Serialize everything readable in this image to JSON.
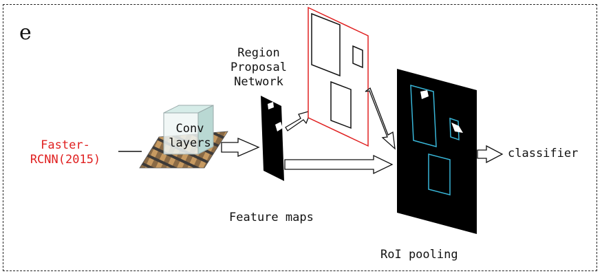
{
  "panel_letter": "e",
  "method": {
    "line1": "Faster-",
    "line2": "RCNN(2015)",
    "color": "#e02020"
  },
  "conv": {
    "line1": "Conv",
    "line2": "layers"
  },
  "rpn": {
    "line1": "Region",
    "line2": "Proposal",
    "line3": "Network"
  },
  "feature_maps_label": "Feature maps",
  "roi_label": "RoI pooling",
  "classifier_label": "classifier",
  "colors": {
    "proposal_frame": "#e02020",
    "roi_box": "#38b6d8",
    "feature_map": "#000000"
  }
}
